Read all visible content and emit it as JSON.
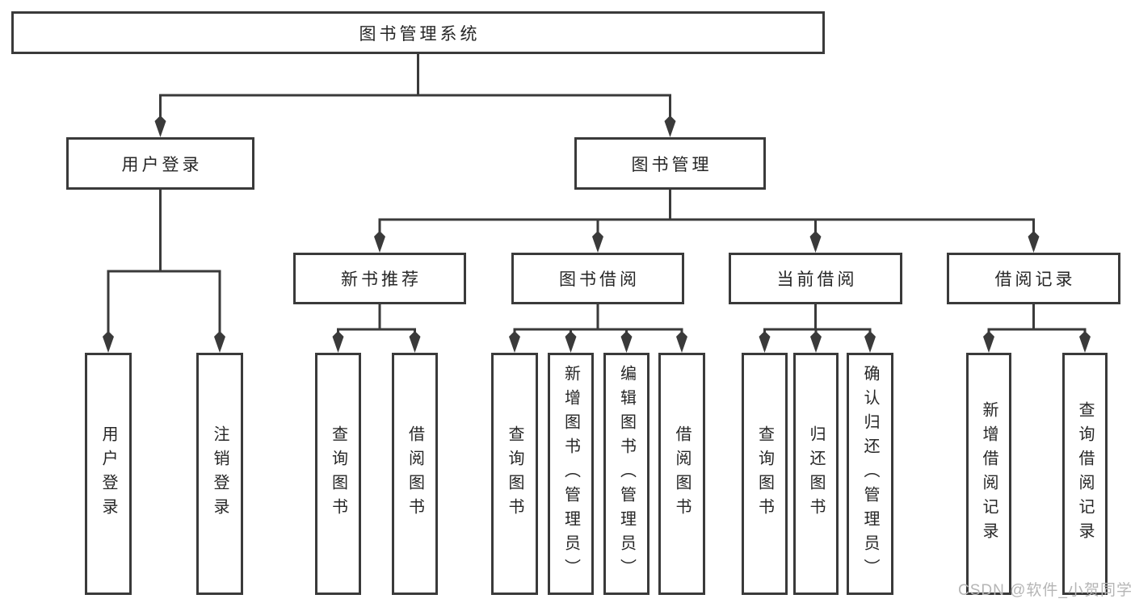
{
  "nodes": {
    "root": "图书管理系统",
    "level2": [
      "用户登录",
      "图书管理"
    ],
    "level3": [
      "新书推荐",
      "图书借阅",
      "当前借阅",
      "借阅记录"
    ],
    "leavesUserLogin": [
      "用户登录",
      "注销登录"
    ],
    "leavesNewBook": [
      "查询图书",
      "借阅图书"
    ],
    "leavesBookBorrow": [
      "查询图书",
      "新增图书（管理员）",
      "编辑图书（管理员）",
      "借阅图书"
    ],
    "leavesCurrentBorrow": [
      "查询图书",
      "归还图书",
      "确认归还（管理员）"
    ],
    "leavesBorrowRecords": [
      "新增借阅记录",
      "查询借阅记录"
    ]
  },
  "watermark": "CSDN @软件_小贺同学",
  "colors": {
    "line": "#3a3a3a",
    "text": "#262626",
    "watermark": "#b5b5b5",
    "background": "#ffffff"
  }
}
